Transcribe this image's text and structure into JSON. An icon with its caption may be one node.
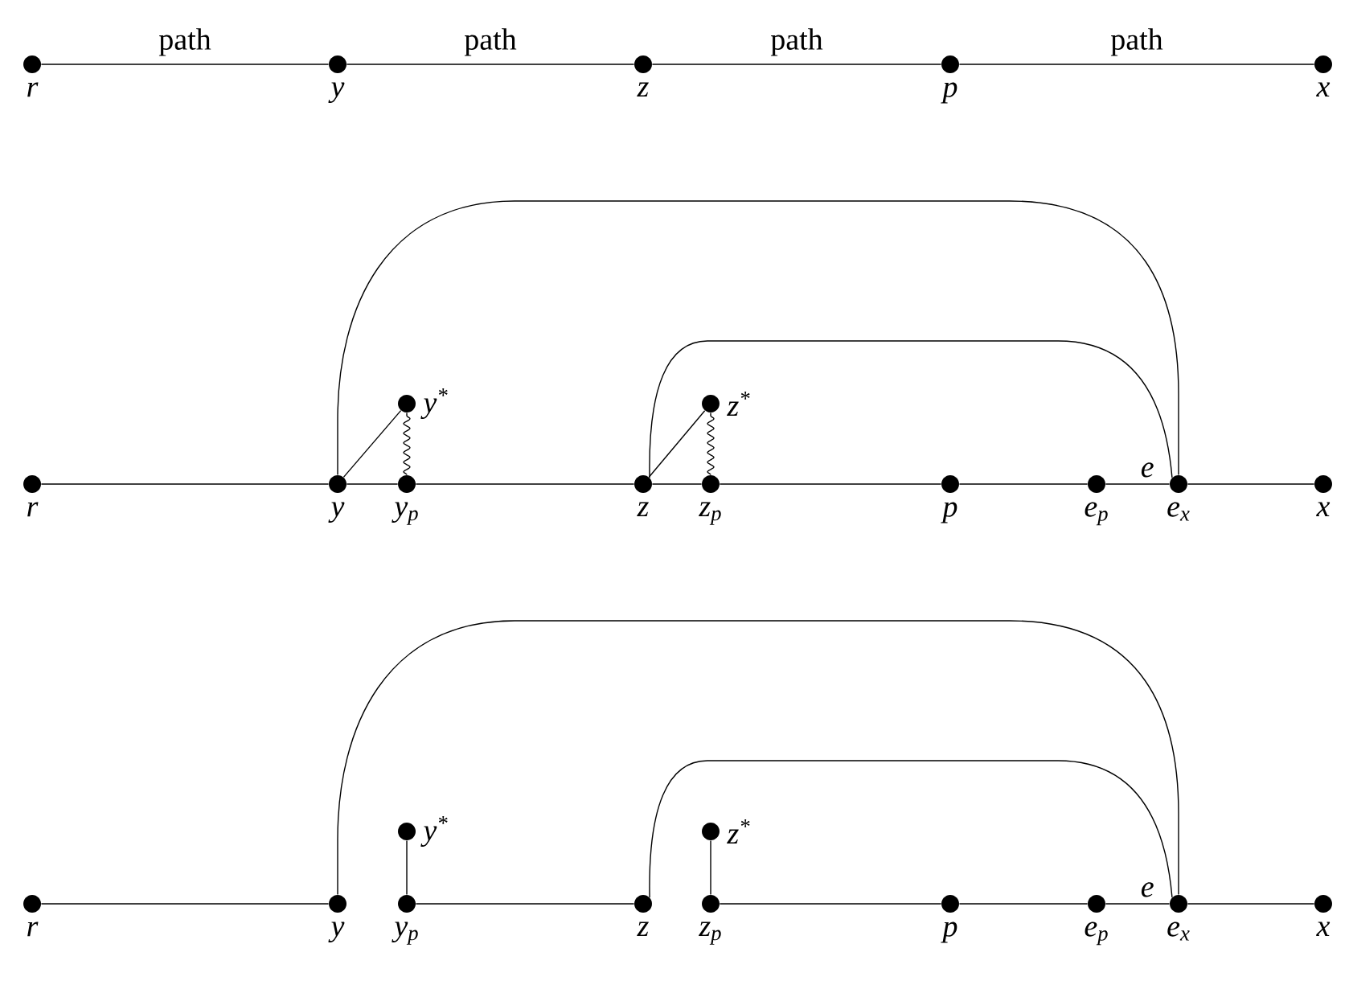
{
  "diagram": {
    "nodes": [
      {
        "text": [
          "r"
        ]
      },
      {
        "text": [
          "y"
        ]
      },
      {
        "text": [
          "z"
        ]
      },
      {
        "text": [
          "p"
        ]
      },
      {
        "text": [
          "x"
        ]
      },
      {
        "text": [
          "r"
        ]
      },
      {
        "text": [
          "y"
        ]
      },
      {
        "text": [
          "y$^{*}$"
        ]
      },
      {
        "text": [
          "y$_{p}$"
        ]
      },
      {
        "text": [
          "z"
        ]
      },
      {
        "text": [
          "z$^{*}$"
        ]
      },
      {
        "text": [
          "z$_{p}$"
        ]
      },
      {
        "text": [
          "p"
        ]
      },
      {
        "text": [
          "e$_{p}$"
        ]
      },
      {
        "text": [
          "e$_{x}$"
        ]
      },
      {
        "text": [
          "x"
        ]
      },
      {
        "text": [
          "r"
        ]
      },
      {
        "text": [
          "y"
        ]
      },
      {
        "text": [
          "y$^{*}$"
        ]
      },
      {
        "text": [
          "y$_{p}$"
        ]
      },
      {
        "text": [
          "z"
        ]
      },
      {
        "text": [
          "z$^{*}$"
        ]
      },
      {
        "text": [
          "z$_{p}$"
        ]
      },
      {
        "text": [
          "p"
        ]
      },
      {
        "text": [
          "e$_{p}$"
        ]
      },
      {
        "text": [
          "e$_{x}$"
        ]
      },
      {
        "text": [
          "x"
        ]
      }
    ],
    "edges": [
      {
        "from": 0,
        "to": 1,
        "arrow": "none",
        "label": "path"
      },
      {
        "from": 1,
        "to": 2,
        "arrow": "none",
        "label": "path"
      },
      {
        "from": 2,
        "to": 3,
        "arrow": "none",
        "label": "path"
      },
      {
        "from": 3,
        "to": 4,
        "arrow": "none",
        "label": "path"
      },
      {
        "from": 5,
        "to": 6,
        "arrow": "none"
      },
      {
        "from": 6,
        "to": 8,
        "arrow": "none"
      },
      {
        "from": 8,
        "to": 9,
        "arrow": "none"
      },
      {
        "from": 9,
        "to": 11,
        "arrow": "none"
      },
      {
        "from": 11,
        "to": 12,
        "arrow": "none"
      },
      {
        "from": 12,
        "to": 13,
        "arrow": "none"
      },
      {
        "from": 13,
        "to": 14,
        "arrow": "none",
        "label": "e"
      },
      {
        "from": 14,
        "to": 15,
        "arrow": "none"
      },
      {
        "from": 6,
        "to": 7,
        "arrow": "none"
      },
      {
        "from": 8,
        "to": 7,
        "arrow": "none"
      },
      {
        "from": 9,
        "to": 10,
        "arrow": "none"
      },
      {
        "from": 11,
        "to": 10,
        "arrow": "none"
      },
      {
        "from": 6,
        "to": 14,
        "arrow": "none"
      },
      {
        "from": 9,
        "to": 14,
        "arrow": "none"
      },
      {
        "from": 16,
        "to": 17,
        "arrow": "none"
      },
      {
        "from": 19,
        "to": 20,
        "arrow": "none"
      },
      {
        "from": 22,
        "to": 23,
        "arrow": "none"
      },
      {
        "from": 23,
        "to": 24,
        "arrow": "none"
      },
      {
        "from": 24,
        "to": 25,
        "arrow": "none",
        "label": "e"
      },
      {
        "from": 25,
        "to": 26,
        "arrow": "none"
      },
      {
        "from": 19,
        "to": 18,
        "arrow": "none"
      },
      {
        "from": 22,
        "to": 21,
        "arrow": "none"
      },
      {
        "from": 17,
        "to": 25,
        "arrow": "none"
      },
      {
        "from": 20,
        "to": 25,
        "arrow": "none"
      }
    ]
  }
}
